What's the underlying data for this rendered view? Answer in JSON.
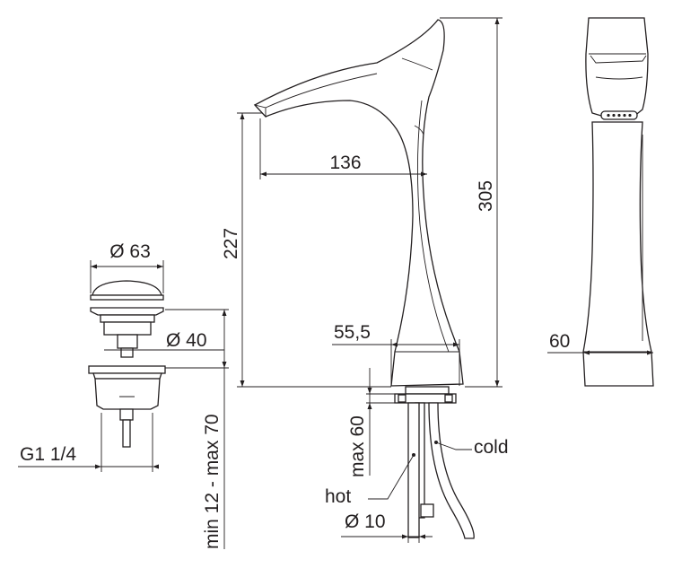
{
  "colors": {
    "line": "#231f20",
    "background": "#ffffff"
  },
  "dimensions": {
    "waste_diameter_top": "Ø 63",
    "waste_diameter_body": "Ø 40",
    "waste_thread": "G1 1/4",
    "deck_thickness": "min 12 - max 70",
    "spout_height": "227",
    "spout_reach": "136",
    "overall_height": "305",
    "base_diameter": "55,5",
    "hose_length_max": "max 60",
    "hose_diameter": "Ø 10",
    "side_base_width": "60"
  },
  "labels": {
    "hot": "hot",
    "cold": "cold"
  }
}
